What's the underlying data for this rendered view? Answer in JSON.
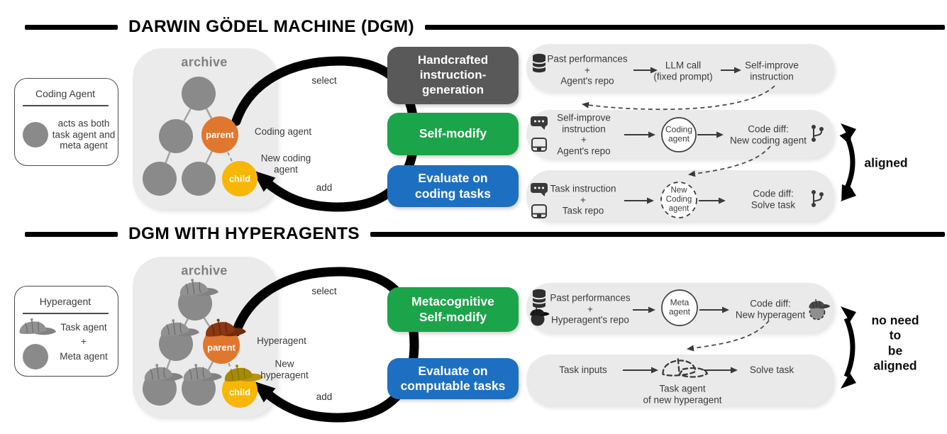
{
  "colors": {
    "green": "#1CA44B",
    "blue": "#1D70C1",
    "dark_gray_button": "#595959",
    "parent_orange": "#E0772E",
    "child_yellow": "#F7B704",
    "node_gray": "#8A8A8A",
    "panel_gray": "#EAEAEA",
    "loop_black": "#000000"
  },
  "dgm": {
    "header": "DARWIN GÖDEL MACHINE (DGM)",
    "legend": {
      "title": "Coding Agent",
      "desc": "acts as both\ntask agent and\nmeta agent"
    },
    "archive": {
      "label": "archive",
      "parent": "parent",
      "child": "child",
      "agent": "Coding agent",
      "new_agent": "New coding\nagent"
    },
    "loop": {
      "select": "select",
      "add": "add"
    },
    "buttons": {
      "instruction": "Handcrafted\ninstruction-\ngeneration",
      "self_modify": "Self-modify",
      "evaluate": "Evaluate on\ncoding tasks"
    },
    "row_instruction": {
      "input": "Past performances\n+\nAgent's repo",
      "llm": "LLM call\n(fixed prompt)",
      "output": "Self-improve\ninstruction"
    },
    "row_self_modify": {
      "input": "Self-improve\ninstruction\n+\nAgent's repo",
      "agent": "Coding\nagent",
      "output": "Code diff:\nNew coding agent"
    },
    "row_evaluate": {
      "input": "Task instruction\n+\nTask repo",
      "agent": "New\nCoding\nagent",
      "output": "Code diff:\nSolve task"
    },
    "note": "aligned"
  },
  "hyper": {
    "header": "DGM WITH HYPERAGENTS",
    "legend": {
      "title": "Hyperagent",
      "task": "Task agent",
      "plus": "+",
      "meta": "Meta agent"
    },
    "archive": {
      "label": "archive",
      "parent": "parent",
      "child": "child",
      "agent": "Hyperagent",
      "new_agent": "New\nhyperagent"
    },
    "loop": {
      "select": "select",
      "add": "add"
    },
    "buttons": {
      "self_modify": "Metacognitive\nSelf-modify",
      "evaluate": "Evaluate on\ncomputable tasks"
    },
    "row_self_modify": {
      "input": "Past performances\n+\nHyperagent's repo",
      "agent": "Meta\nagent",
      "output": "Code diff:\nNew hyperagent"
    },
    "row_evaluate": {
      "input": "Task inputs",
      "task_agent": "Task agent\nof new hyperagent",
      "output": "Solve task"
    },
    "note": "no need to\nbe aligned"
  }
}
